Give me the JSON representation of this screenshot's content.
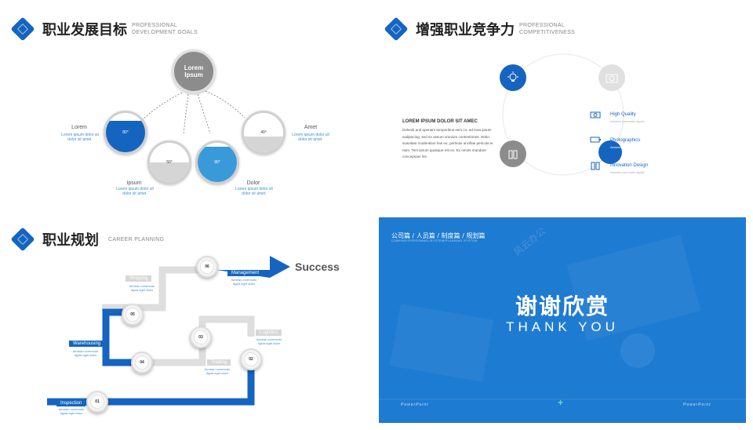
{
  "slide1": {
    "title": "职业发展目标",
    "subtitle_line1": "PROFESSIONAL",
    "subtitle_line2": "DEVELOPMENT GOALS",
    "center_label_line1": "Lorem",
    "center_label_line2": "Ipsum",
    "items": [
      {
        "label": "Lorem",
        "text": "Lorem ipsum dolor sit dolor sit amet.",
        "pct_text": "80°",
        "level": 0.8
      },
      {
        "label": "Ipsum",
        "text": "Lorem ipsum dolor sit dolor sit amet.",
        "pct_text": "50°",
        "level": 0.5
      },
      {
        "label": "Dolor",
        "text": "Lorem ipsum dolor sit dolor sit amet.",
        "pct_text": "90°",
        "level": 0.9
      },
      {
        "label": "Amet",
        "text": "Lorem ipsum dolor sit dolor sit amet.",
        "pct_text": "40°",
        "level": 0.4
      }
    ],
    "colors": {
      "blue": "#1565c0",
      "light_blue": "#3a9ad9",
      "grey": "#d5d5d5",
      "center": "#8c8c8c"
    }
  },
  "slide2": {
    "title": "增强职业竞争力",
    "subtitle_line1": "PROFESSIONAL",
    "subtitle_line2": "COMPETITIVENESS",
    "heading": "LOREM IPSUM DOLOR SIT AMEC",
    "body": "Deleniti and aperiam temporibus sem cu, ad mea ipsum sadipscing, sed ex assum omnium contentiones. Notio suavitate moderatius has eu, pertinax ancillae pericula ei nam. Tem ipsum quasque est ex. Ex omnis mandant concepsam his.",
    "features": [
      {
        "name": "High Quality",
        "text": "Aenean commodo ligula",
        "icon": "camera-icon"
      },
      {
        "name": "Photographics",
        "text": "Aenean commodo ligula",
        "icon": "battery-icon"
      },
      {
        "name": "Innovation Design",
        "text": "Aenean commodo ligula",
        "icon": "bottles-icon"
      }
    ]
  },
  "slide3": {
    "title": "职业规划",
    "subtitle": "CAREER PLANNING",
    "success": "Success",
    "steps": [
      {
        "num": "01",
        "tag": "Inspection",
        "note": "Aenean commodo ligula eget dolor"
      },
      {
        "num": "02",
        "tag": "Trading",
        "note": "Aenean commodo ligula eget dolor"
      },
      {
        "num": "03",
        "tag": "Logistics",
        "note": "Aenean commodo ligula eget dolor"
      },
      {
        "num": "04",
        "tag": "Warehousing",
        "note": "Aenean commodo ligula eget dolor"
      },
      {
        "num": "05",
        "tag": "Shipping",
        "note": "Aenean commodo ligula eget dolor"
      },
      {
        "num": "06",
        "tag": "Management",
        "note": "Aenean commodo ligula eget dolor"
      }
    ]
  },
  "slide4": {
    "top_nav": "公司篇 / 人员篇 / 制度篇 / 规划篇",
    "top_nav_sub": "COMPANY/PERSONNEL/SYSTEM/PLANNING SYSTEM",
    "watermark": "风云办公",
    "title_cn": "谢谢欣赏",
    "title_en": "THANK  YOU",
    "footer_left": "PowerPoint",
    "footer_right": "PowerPoint",
    "plus": "+"
  }
}
